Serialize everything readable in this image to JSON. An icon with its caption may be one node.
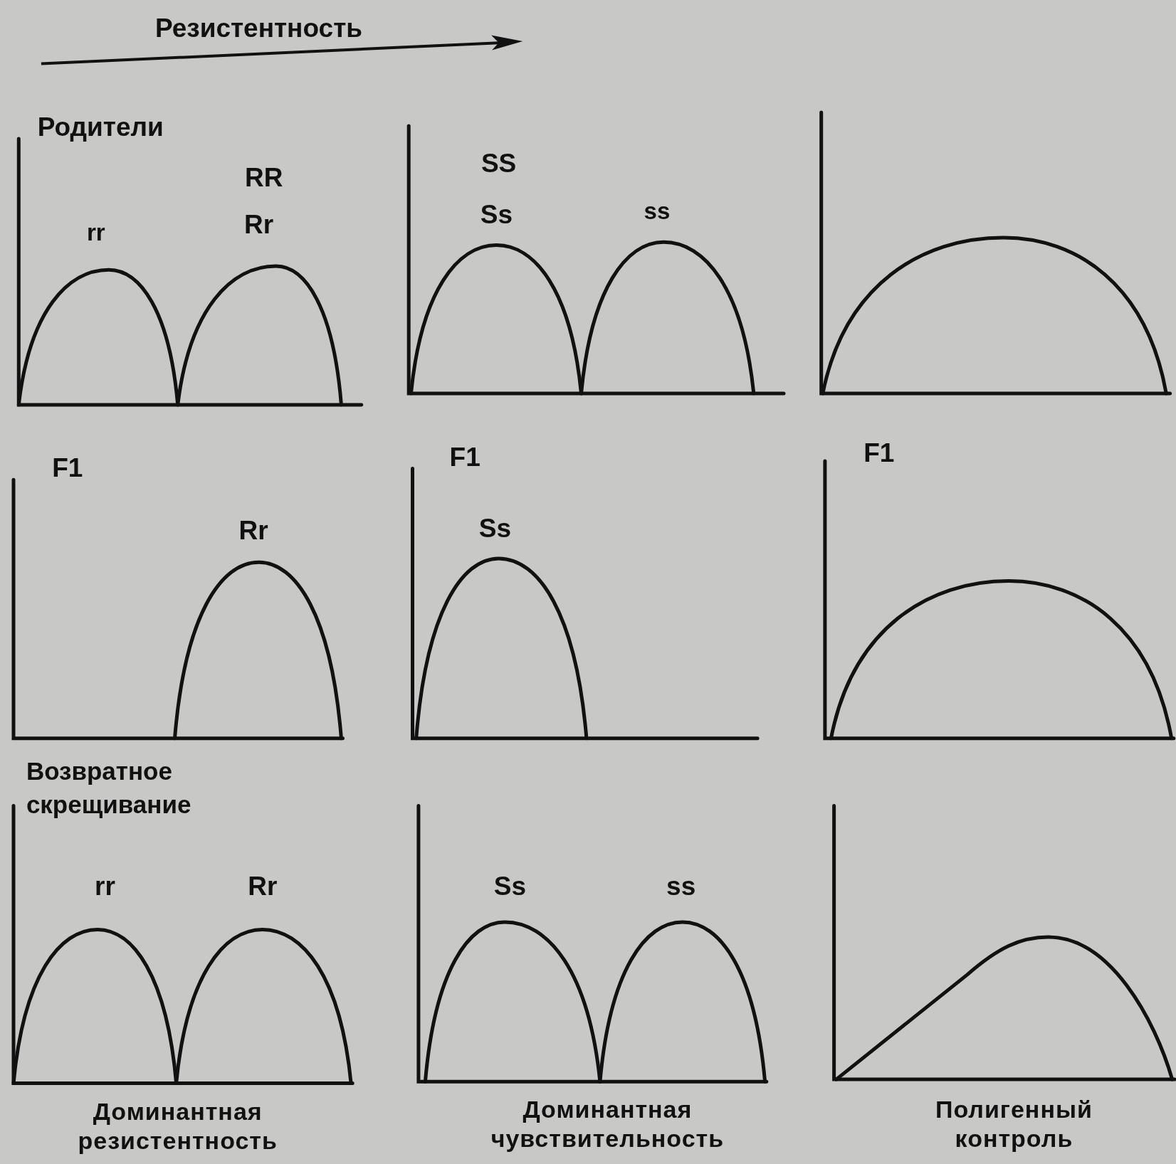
{
  "diagram": {
    "labels": [
      "Резистентность",
      "Родители",
      "RR",
      "rr",
      "Rr",
      "SS",
      "Ss",
      "ss",
      "F1",
      "F1",
      "F1",
      "Rr",
      "Ss",
      "Возвратное скрещивание",
      "rr",
      "Rr",
      "Ss",
      "ss",
      "Доминантная резистентность",
      "Доминантная чувствительность",
      "Полигенный контроль"
    ]
  }
}
